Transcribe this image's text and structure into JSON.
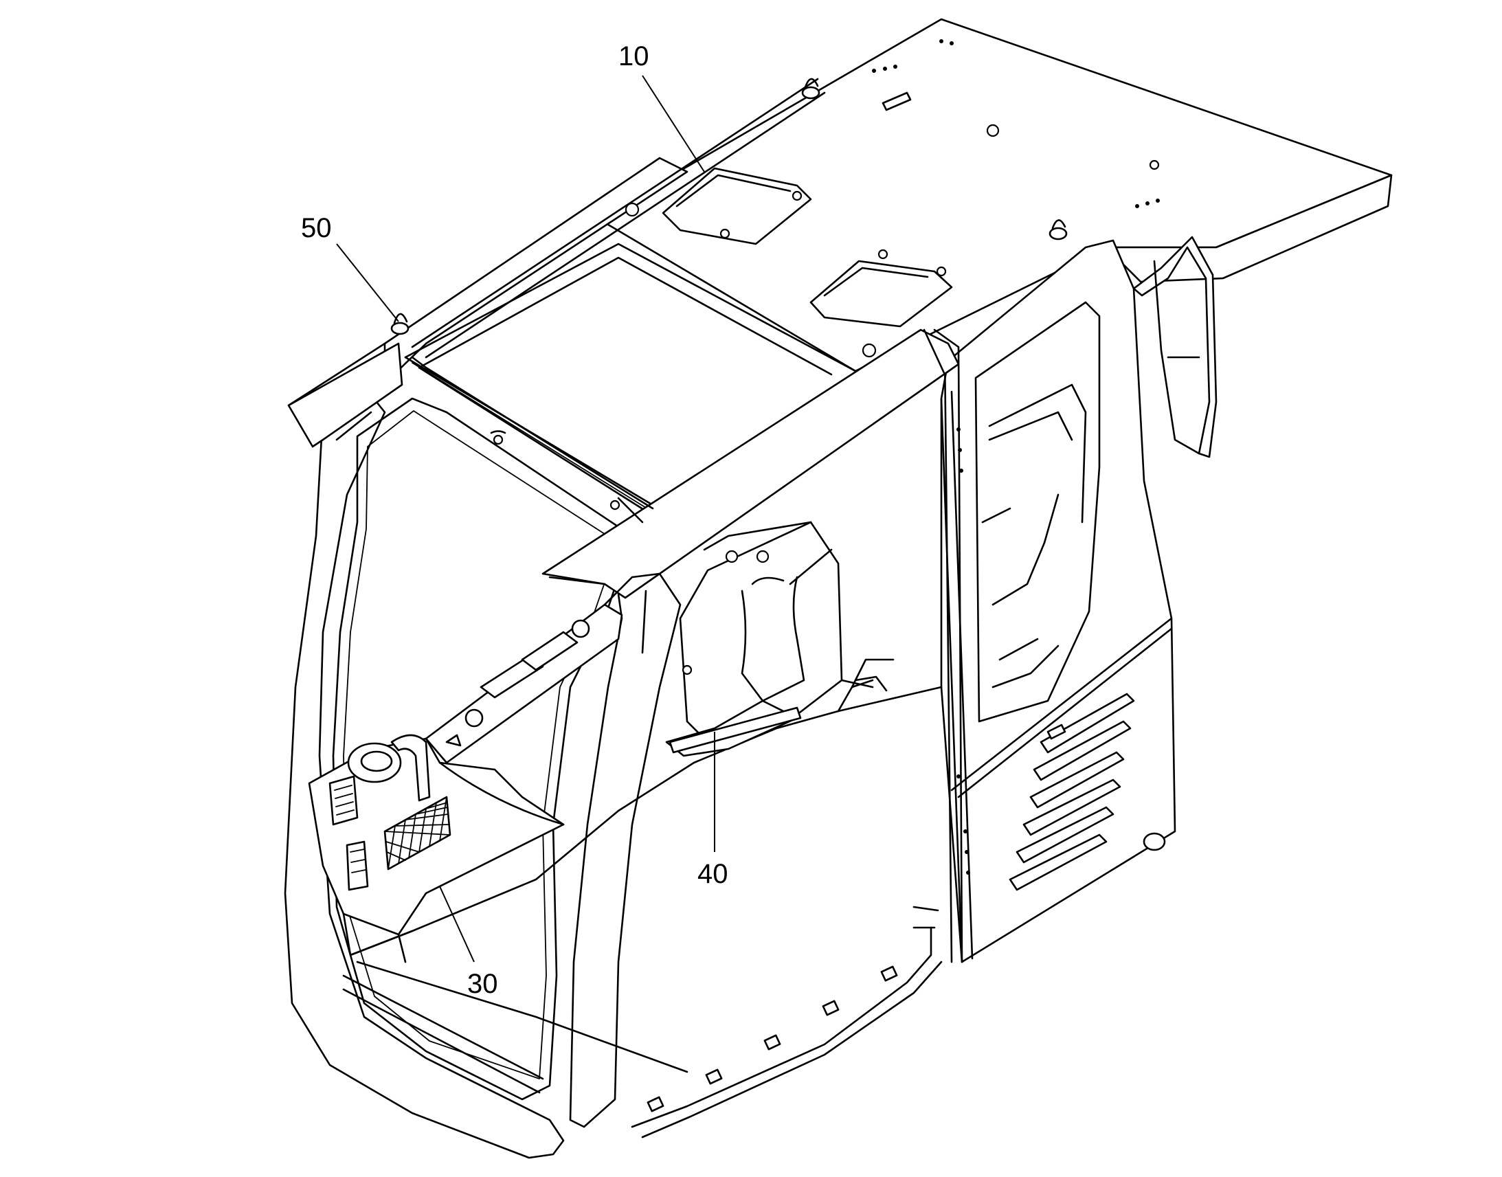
{
  "diagram": {
    "callouts": [
      {
        "id": "c10",
        "label": "10",
        "part": "roof"
      },
      {
        "id": "c50",
        "label": "50",
        "part": "lifting-eye"
      },
      {
        "id": "c40",
        "label": "40",
        "part": "rear-floor-duct"
      },
      {
        "id": "c30",
        "label": "30",
        "part": "left-console"
      }
    ]
  }
}
